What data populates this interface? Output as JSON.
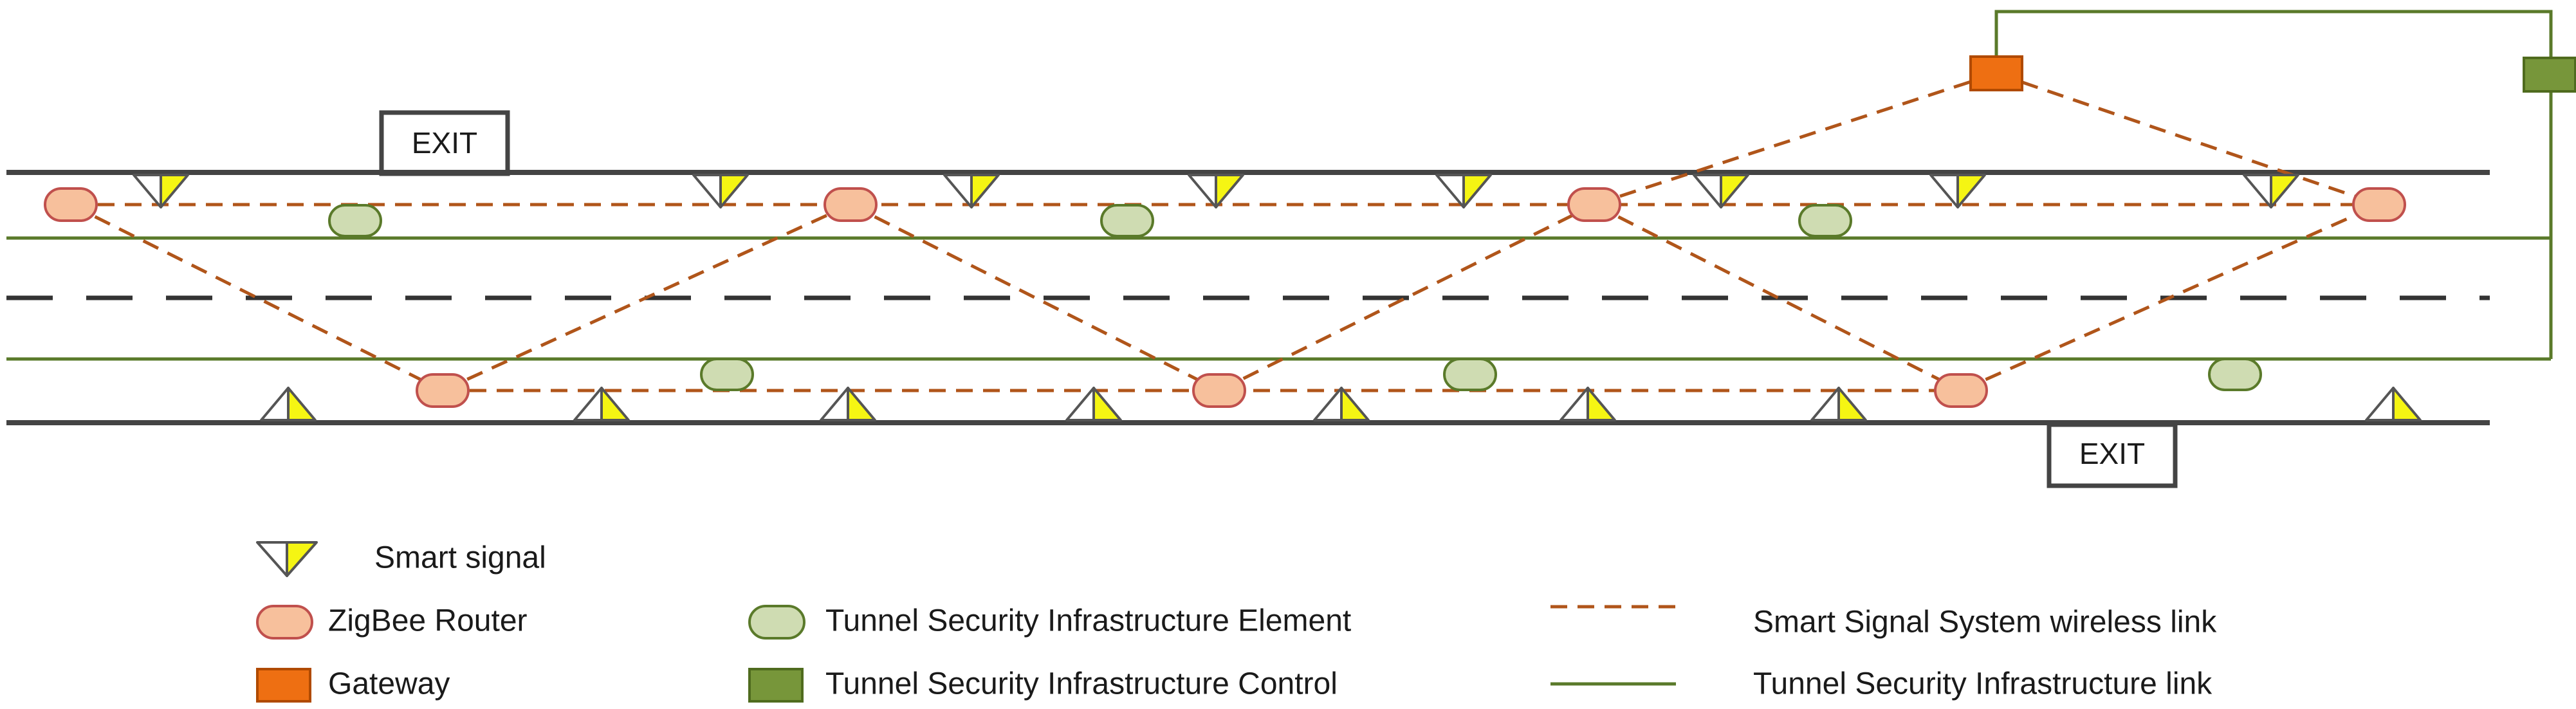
{
  "colors": {
    "wall": "#444444",
    "lane_divider": "#333333",
    "infra_link": "#5a7a2a",
    "wireless_link": "#b0551a",
    "router_fill": "#f7c09c",
    "router_stroke": "#c0504d",
    "element_fill": "#cfdcb2",
    "element_stroke": "#5a7a2a",
    "gateway_fill": "#ee6f12",
    "gateway_stroke": "#b04a00",
    "control_fill": "#77963a",
    "control_stroke": "#4f6b1e",
    "signal_white": "#ffffff",
    "signal_yellow": "#f5f513",
    "signal_stroke": "#555555"
  },
  "exits": [
    {
      "label": "EXIT",
      "side": "top"
    },
    {
      "label": "EXIT",
      "side": "bottom"
    }
  ],
  "node_icons": {
    "smart_signal": "smart-signal-icon",
    "zigbee_router": "zigbee-router-icon",
    "gateway": "gateway-icon",
    "infra_element": "tunnel-infra-element-icon",
    "infra_control": "tunnel-infra-control-icon"
  },
  "legend": {
    "smart_signal": "Smart signal",
    "zigbee_router": "ZigBee Router",
    "gateway": "Gateway",
    "infra_element": "Tunnel Security Infrastructure Element",
    "infra_control": "Tunnel Security Infrastructure Control",
    "wireless_link": "Smart Signal System wireless link",
    "infra_link": "Tunnel Security Infrastructure link"
  }
}
